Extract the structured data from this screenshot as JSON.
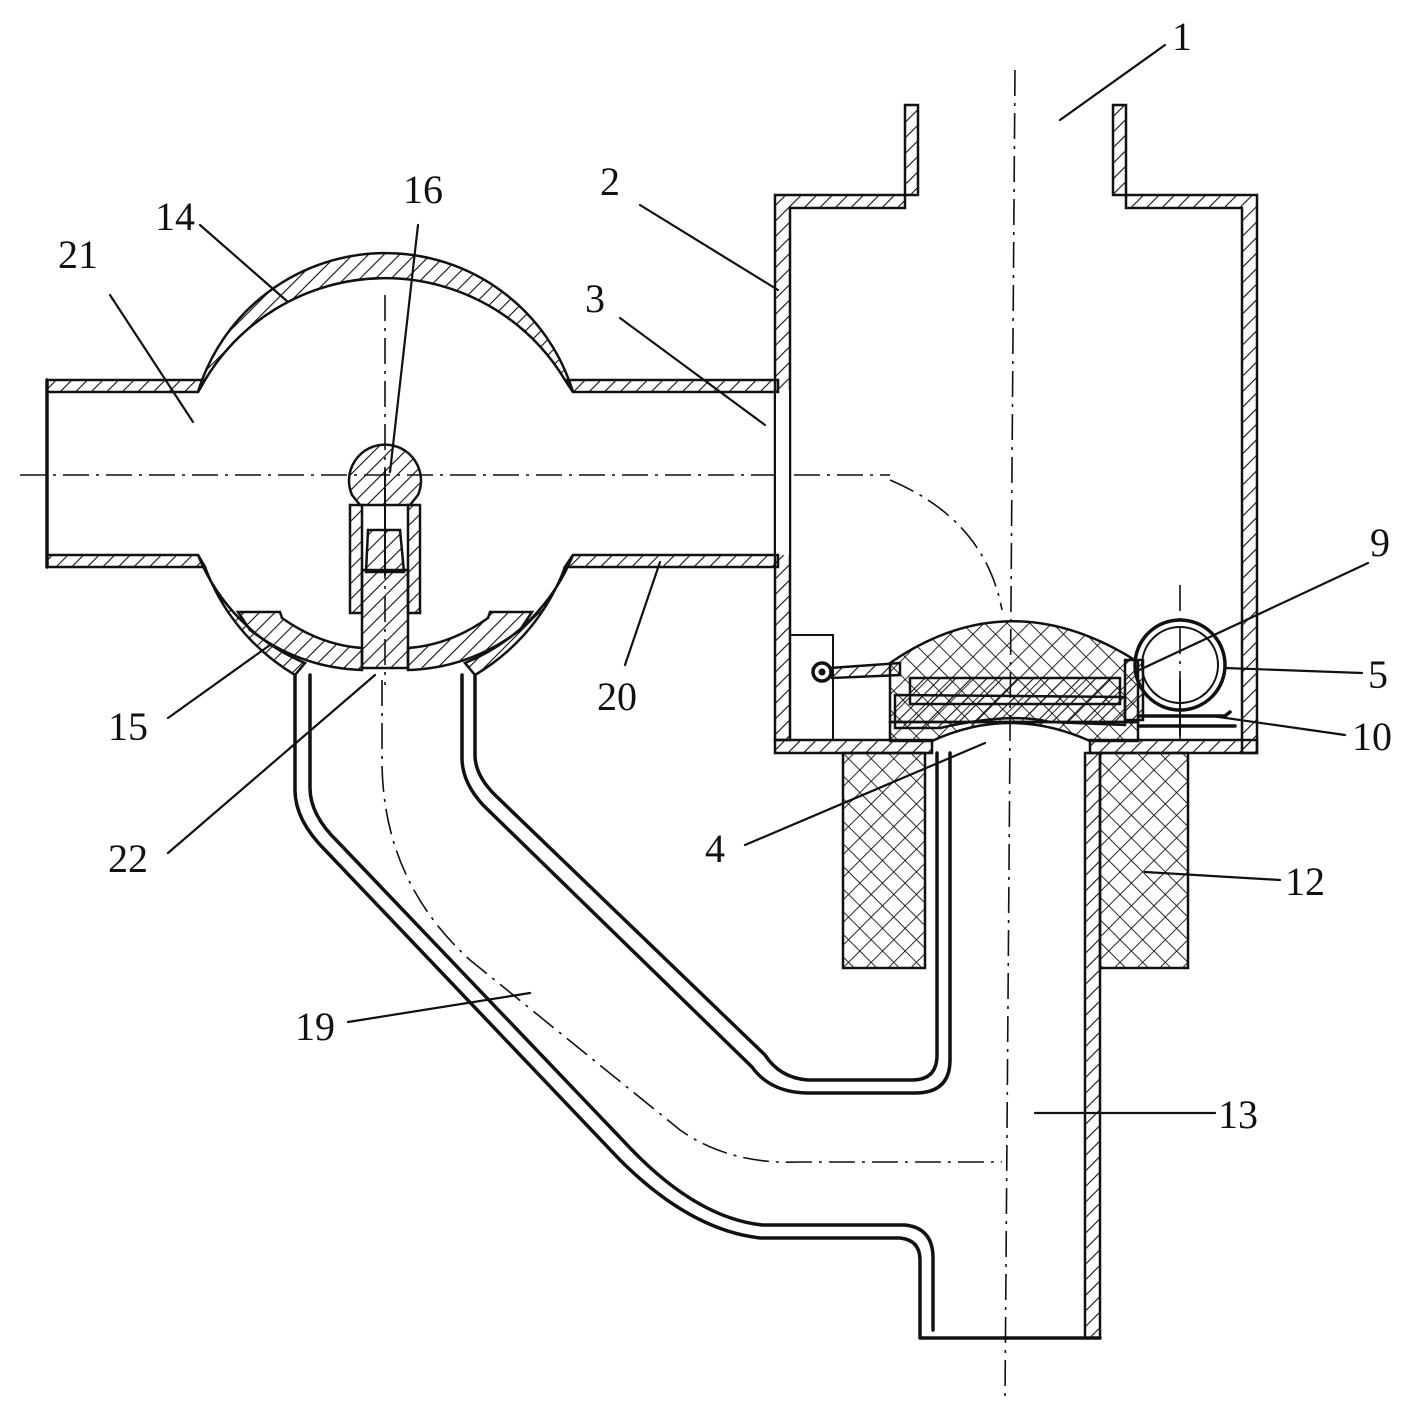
{
  "figure": {
    "part_labels": [
      {
        "key": "1",
        "text": "1"
      },
      {
        "key": "2",
        "text": "2"
      },
      {
        "key": "3",
        "text": "3"
      },
      {
        "key": "4",
        "text": "4"
      },
      {
        "key": "5",
        "text": "5"
      },
      {
        "key": "9",
        "text": "9"
      },
      {
        "key": "10",
        "text": "10"
      },
      {
        "key": "12",
        "text": "12"
      },
      {
        "key": "13",
        "text": "13"
      },
      {
        "key": "14",
        "text": "14"
      },
      {
        "key": "15",
        "text": "15"
      },
      {
        "key": "16",
        "text": "16"
      },
      {
        "key": "19",
        "text": "19"
      },
      {
        "key": "20",
        "text": "20"
      },
      {
        "key": "21",
        "text": "21"
      },
      {
        "key": "22",
        "text": "22"
      }
    ]
  }
}
